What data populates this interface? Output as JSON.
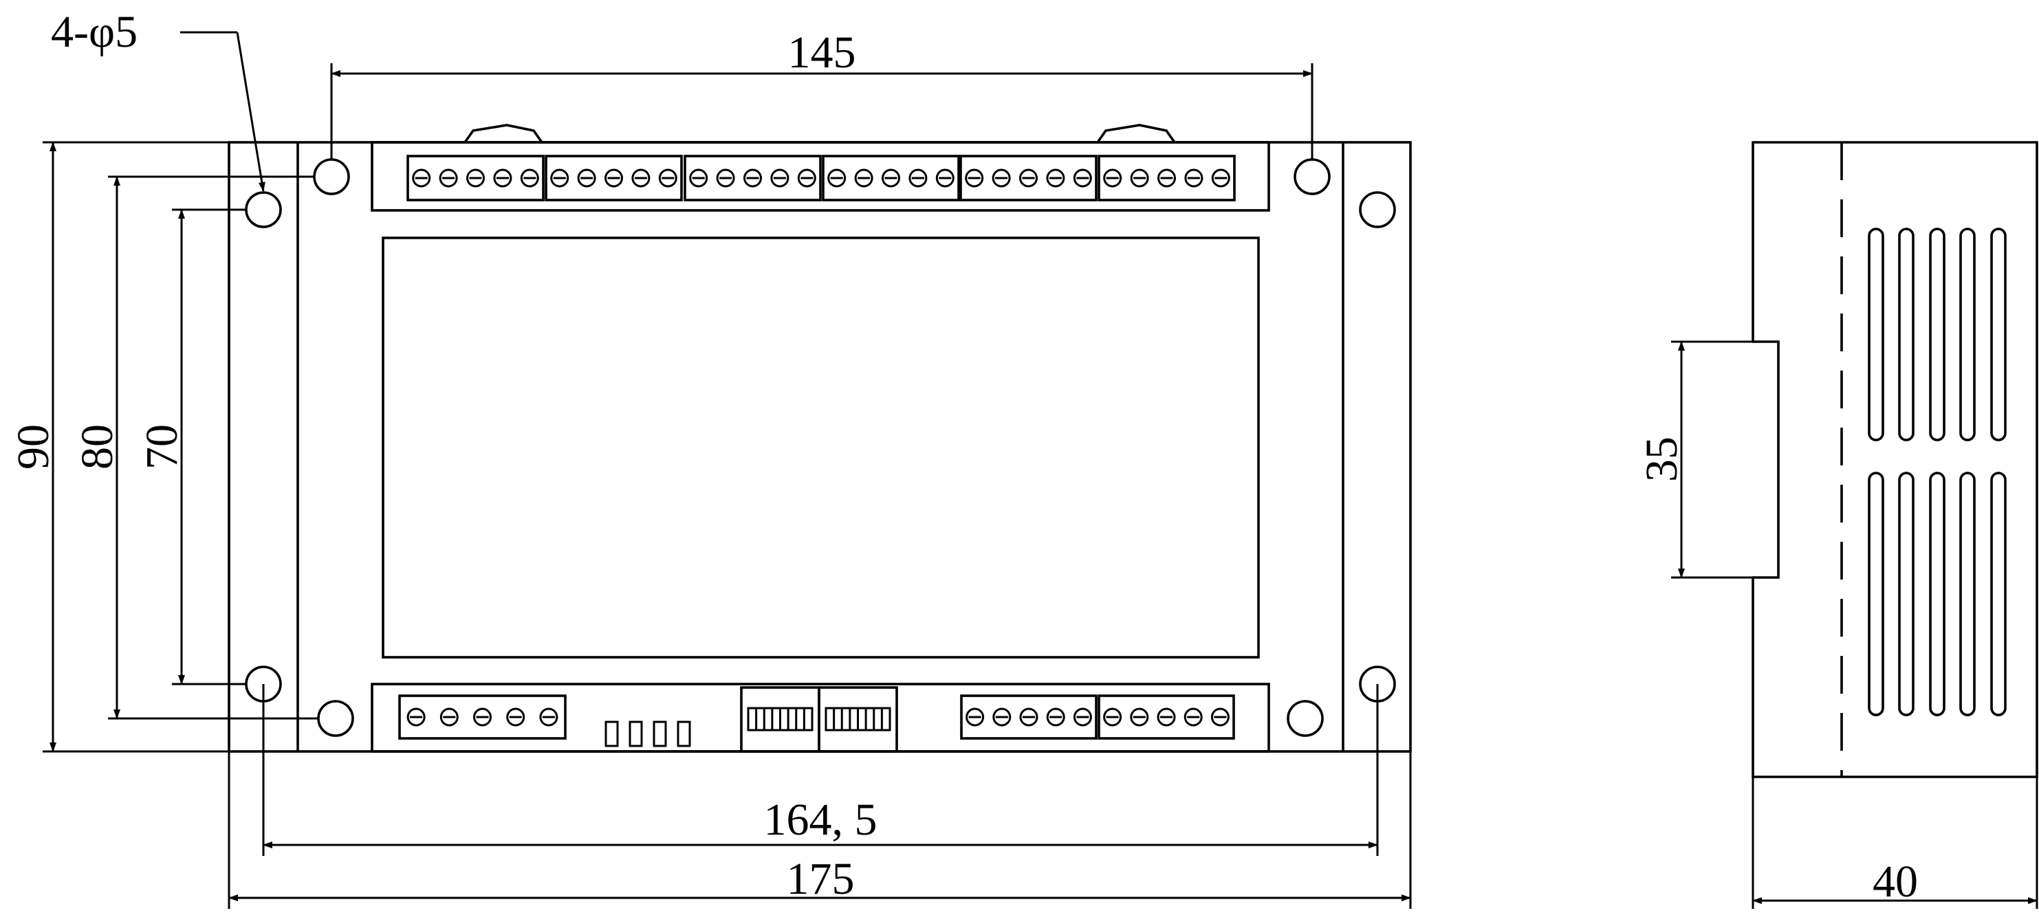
{
  "title": "",
  "hole_note": "4-φ5",
  "dimensions": {
    "top_width": "145",
    "height_outer": "90",
    "height_mid": "80",
    "height_inner": "70",
    "bottom_hole_spacing": "164, 5",
    "overall_width": "175",
    "din_rail": "35",
    "depth": "40"
  },
  "front_view": {
    "top_terminal_blocks": 6,
    "terminals_per_top_block": 5,
    "bottom_left_terminals": 5,
    "bottom_right_blocks": 2,
    "terminals_per_bottom_right_block": 5,
    "leds": 4,
    "dip_switches": 2
  },
  "side_view": {
    "vent_columns": 5,
    "vent_rows": 2
  }
}
